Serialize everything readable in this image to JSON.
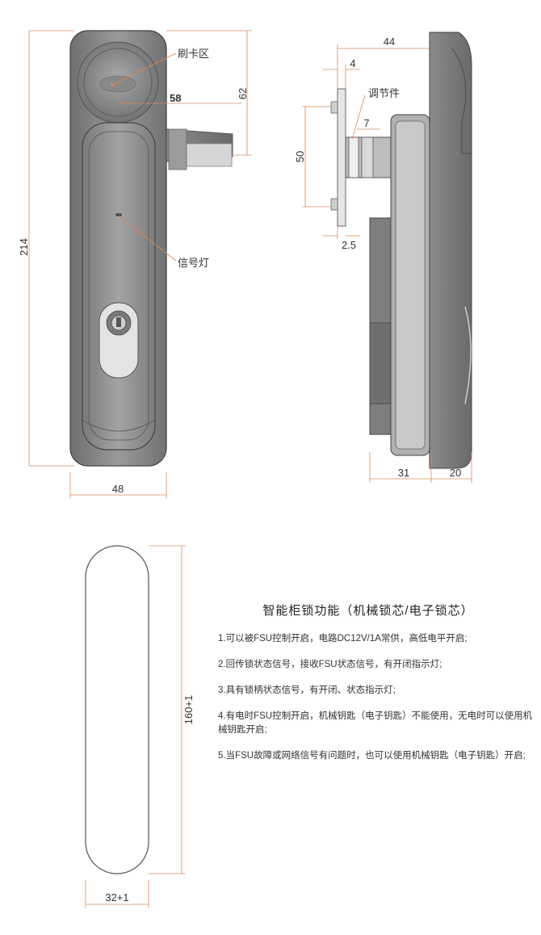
{
  "labels": {
    "card_area": "刷卡区",
    "signal_light": "信号灯",
    "adjuster": "调节件"
  },
  "dimensions": {
    "front_height": "214",
    "front_width": "48",
    "card_offset": "58",
    "card_height": "62",
    "side_depth": "44",
    "plate_thick": "4",
    "adjuster_gap": "7",
    "plate_height": "50",
    "plate_offset": "2.5",
    "body_depth": "31",
    "handle_depth": "20",
    "cutout_height": "160+1",
    "cutout_width": "32+1"
  },
  "features": {
    "title": "智能柜锁功能（机械锁芯/电子锁芯）",
    "items": [
      "1.可以被FSU控制开启，电路DC12V/1A常供，高低电平开启;",
      "2.回传锁状态信号，接收FSU状态信号，有开闭指示灯;",
      "3.具有锁柄状态信号，有开闭、状态指示灯;",
      "4.有电时FSU控制开启，机械钥匙（电子钥匙）不能使用，无电时可以使用机械钥匙开启;",
      "5.当FSU故障或网络信号有问题时，也可以使用机械钥匙（电子钥匙）开启;"
    ]
  },
  "colors": {
    "dimension_line": "#d98a5c",
    "body_fill": "#8e8e8e",
    "body_dark": "#6e6e6e",
    "body_light": "#b5b5b5",
    "plate_fill": "#e6e6e6"
  }
}
